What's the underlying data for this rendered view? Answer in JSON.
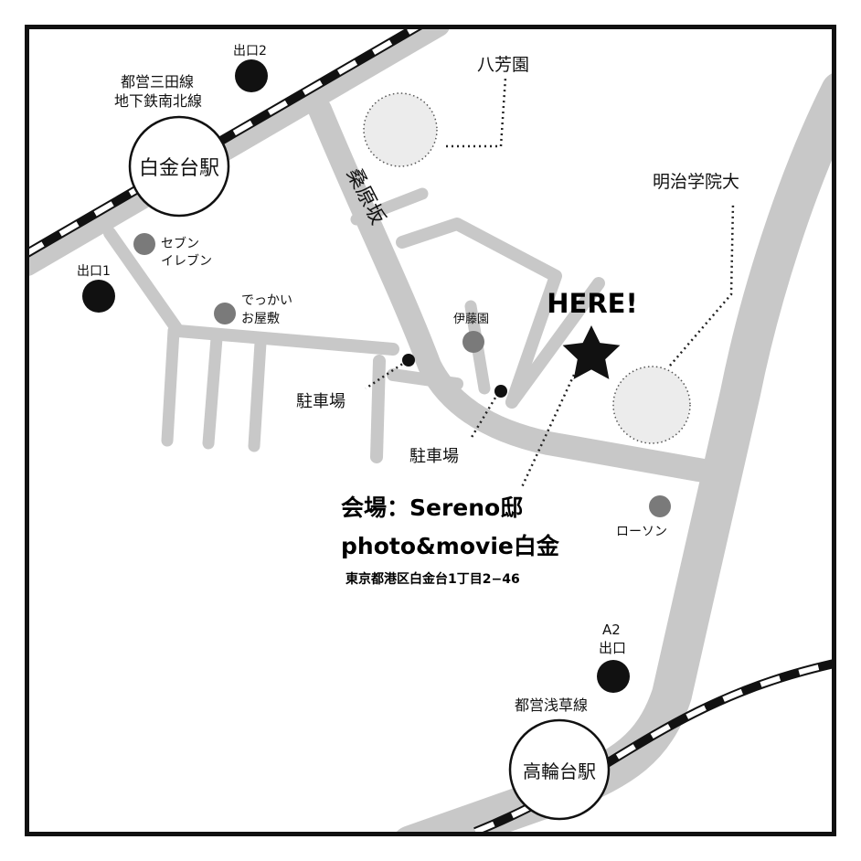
{
  "map": {
    "stations": {
      "shirokanedai": {
        "name": "白金台駅",
        "line_line1": "都営三田線",
        "line_line2": "地下鉄南北線",
        "exit_2": "出口2",
        "exit_1": "出口1"
      },
      "takanawadai": {
        "name": "高輪台駅",
        "line": "都営浅草線",
        "exit_a2_line1": "A2",
        "exit_a2_line2": "出口"
      }
    },
    "street_label": "桑原坂",
    "landmarks": {
      "happoen": "八芳園",
      "meiji_gakuin": "明治学院大",
      "seven_eleven_line1": "セブン",
      "seven_eleven_line2": "イレブン",
      "dekkai_line1": "でっかい",
      "dekkai_line2": "お屋敷",
      "itoen": "伊藤園",
      "lawson": "ローソン",
      "parking_1": "駐車場",
      "parking_2": "駐車場"
    },
    "here_label": "HERE!",
    "venue": {
      "line1": "会場：Sereno邸",
      "line2": "photo&movie白金",
      "address": "東京都港区白金台1丁目2−46"
    },
    "colors": {
      "road": "#c8c8c8",
      "rail_dark": "#111111",
      "landmark_gray": "#7a7a7a",
      "area_fill": "#ececec",
      "frame": "#111111"
    }
  }
}
